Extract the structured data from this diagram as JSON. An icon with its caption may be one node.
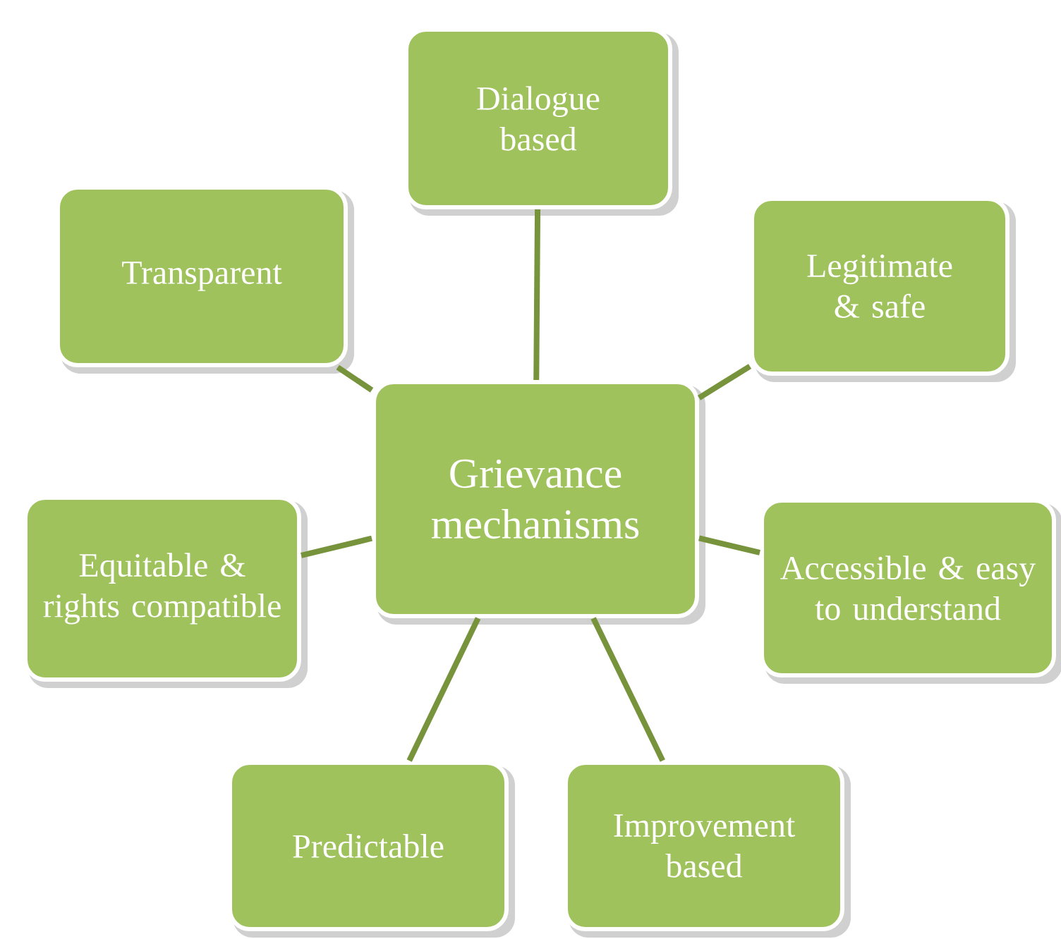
{
  "diagram": {
    "nodes": [
      {
        "text": [
          "Dialogue based"
        ]
      },
      {
        "text": [
          "Transparent"
        ]
      },
      {
        "text": [
          "Legitimate & safe"
        ]
      },
      {
        "text": [
          "Grievance mechanisms"
        ]
      },
      {
        "text": [
          "Equitable & rights compatible"
        ]
      },
      {
        "text": [
          "Accessible & easy to understand"
        ]
      },
      {
        "text": [
          "Predictable"
        ]
      },
      {
        "text": [
          "Improvement based"
        ]
      }
    ],
    "edges": [
      {
        "from": 3,
        "to": 0,
        "arrow": "none"
      },
      {
        "from": 3,
        "to": 2,
        "arrow": "none"
      },
      {
        "from": 3,
        "to": 1,
        "arrow": "none"
      },
      {
        "from": 3,
        "to": 5,
        "arrow": "none"
      },
      {
        "from": 3,
        "to": 4,
        "arrow": "none"
      },
      {
        "from": 3,
        "to": 7,
        "arrow": "none"
      },
      {
        "from": 3,
        "to": 6,
        "arrow": "none"
      }
    ]
  }
}
